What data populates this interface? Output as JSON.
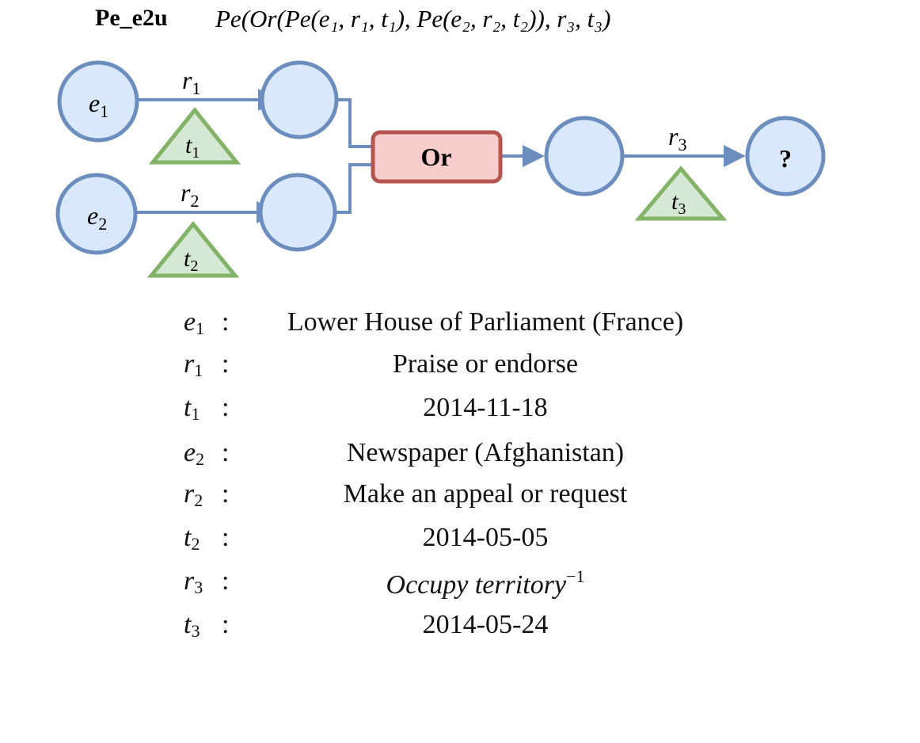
{
  "header": {
    "query_type": "Pe_e2u",
    "formula": "Pe(Or(Pe(e₁, r₁, t₁), Pe(e₂, r₂, t₂)), r₃, t₃)"
  },
  "nodes": {
    "e1": {
      "base": "e",
      "sub": "1"
    },
    "e2": {
      "base": "e",
      "sub": "2"
    },
    "answer": "?"
  },
  "operator": {
    "label": "Or"
  },
  "edges": {
    "r1": {
      "base": "r",
      "sub": "1"
    },
    "r2": {
      "base": "r",
      "sub": "2"
    },
    "r3": {
      "base": "r",
      "sub": "3"
    }
  },
  "times": {
    "t1": {
      "base": "t",
      "sub": "1"
    },
    "t2": {
      "base": "t",
      "sub": "2"
    },
    "t3": {
      "base": "t",
      "sub": "3"
    }
  },
  "legend": [
    {
      "sym": "e",
      "sub": "1",
      "value": "Lower House of Parliament (France)"
    },
    {
      "sym": "r",
      "sub": "1",
      "value": "Praise or endorse"
    },
    {
      "sym": "t",
      "sub": "1",
      "value": "2014-11-18"
    },
    {
      "sym": "e",
      "sub": "2",
      "value": "Newspaper (Afghanistan)"
    },
    {
      "sym": "r",
      "sub": "2",
      "value": "Make an appeal or request"
    },
    {
      "sym": "t",
      "sub": "2",
      "value": "2014-05-05"
    },
    {
      "sym": "r",
      "sub": "3",
      "value": "Occupy territory",
      "sup": "−1",
      "italic": true
    },
    {
      "sym": "t",
      "sub": "3",
      "value": "2014-05-24"
    }
  ],
  "colors": {
    "node_fill": "#dae8fc",
    "node_stroke": "#6c8ebf",
    "op_fill": "#f8cecc",
    "op_stroke": "#b85450",
    "time_fill": "#d5e8d4",
    "time_stroke": "#82b366"
  }
}
